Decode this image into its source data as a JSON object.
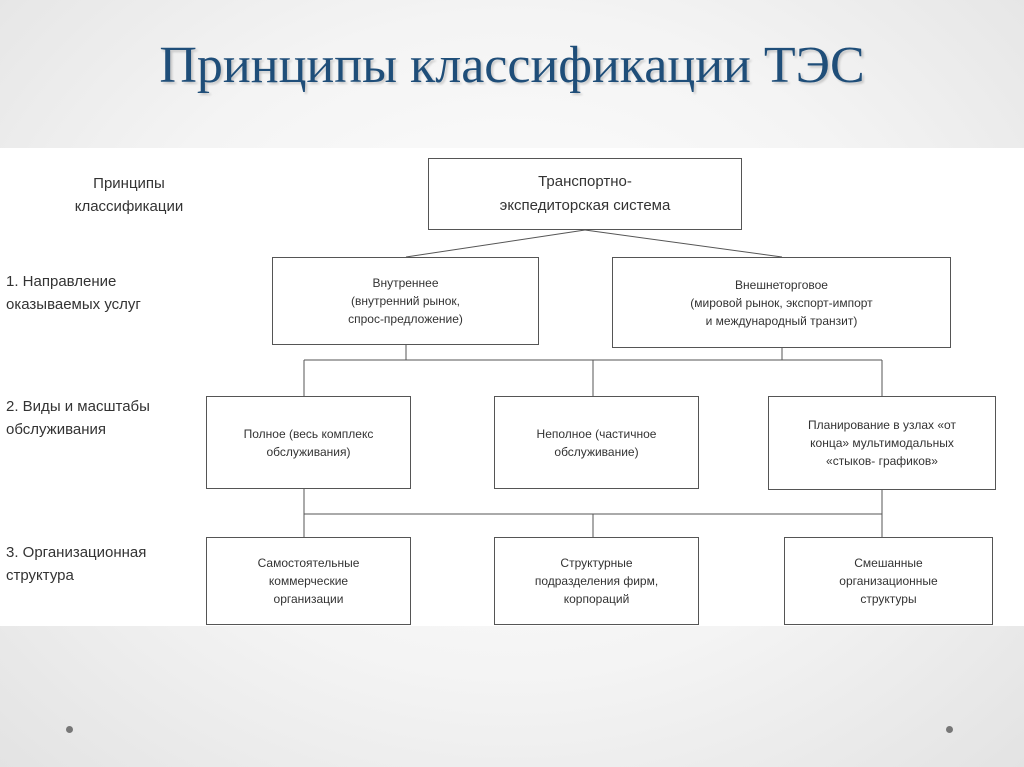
{
  "title": "Принципы классификации ТЭС",
  "principles": {
    "header": "Принципы\nклассификации",
    "p1": "1. Направление\nоказываемых  услуг",
    "p2": "2. Виды и масштабы\nобслуживания",
    "p3": "3. Организационная\nструктура"
  },
  "boxes": {
    "root": "Транспортно-\nэкспедиторская система",
    "internal": "Внутреннее\n(внутренний рынок,\nспрос-предложение)",
    "external": "Внешнеторговое\n(мировой рынок, экспорт-импорт\nи международный транзит)",
    "full": "Полное (весь комплекс\nобслуживания)",
    "partial": "Неполное (частичное\nобслуживание)",
    "planning": "Планирование в узлах «от\nконца» мультимодальных\n«стыков- графиков»",
    "independent": "Самостоятельные\nкоммерческие\nорганизации",
    "structural": "Структурные\nподразделения фирм,\nкорпораций",
    "mixed": "Смешанные\nорганизационные\nструктуры"
  }
}
